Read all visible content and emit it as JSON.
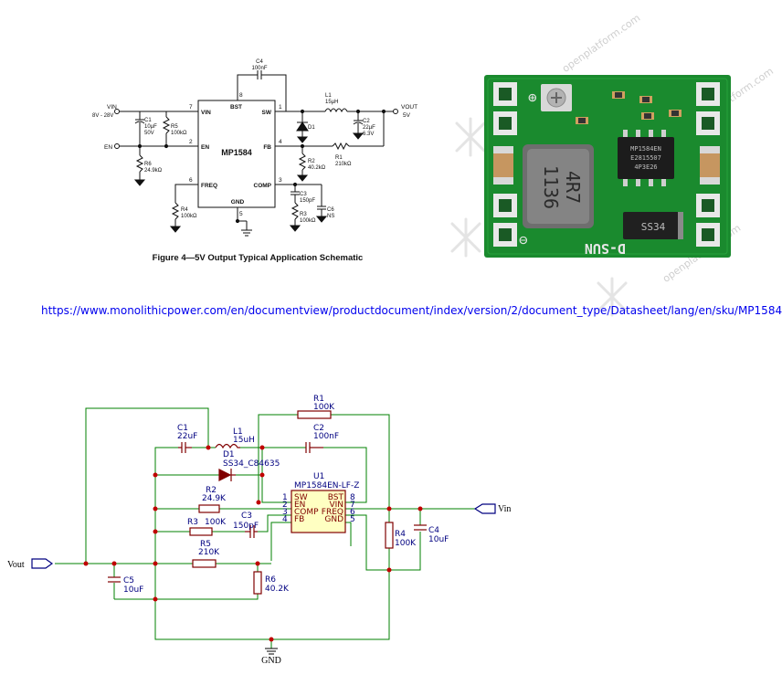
{
  "datasheet": {
    "chip": "MP1584",
    "pins": {
      "vin": "VIN",
      "bst": "BST",
      "sw": "SW",
      "en": "EN",
      "fb": "FB",
      "freq": "FREQ",
      "comp": "COMP",
      "gnd": "GND",
      "n7": "7",
      "n8": "8",
      "n1": "1",
      "n2": "2",
      "n4": "4",
      "n6": "6",
      "n3": "3",
      "n5": "5"
    },
    "vin_label": "VIN",
    "vin_range": "8V - 28V",
    "vout_label": "VOUT",
    "vout_value": "5V",
    "en_label": "EN",
    "c4": [
      "C4",
      "100nF"
    ],
    "c1": [
      "C1",
      "10µF",
      "50V"
    ],
    "r5": [
      "R5",
      "100kΩ"
    ],
    "r6": [
      "R6",
      "24.9kΩ"
    ],
    "r4": [
      "R4",
      "100kΩ"
    ],
    "l1": [
      "L1",
      "15µH"
    ],
    "d1": "D1",
    "c2": [
      "C2",
      "22µF",
      "6.3V"
    ],
    "r2": [
      "R2",
      "40.2kΩ"
    ],
    "r1": [
      "R1",
      "210kΩ"
    ],
    "c3": [
      "C3",
      "150pF"
    ],
    "c6": [
      "C6",
      "NS"
    ],
    "r3": [
      "R3",
      "100kΩ"
    ],
    "caption": "Figure 4—5V Output Typical Application Schematic"
  },
  "photo": {
    "inductor": [
      "4R7",
      "1136"
    ],
    "ic": [
      "MP1584EN",
      "E2815507",
      "4P3E26"
    ],
    "diode": "SS34",
    "brand": "D-SUN",
    "plus": "⊕",
    "minus": "⊖",
    "watermark": "openplatform.com"
  },
  "url": "https://www.monolithicpower.com/en/documentview/productdocument/index/version/2/document_type/Datasheet/lang/en/sku/MP1584",
  "kicad": {
    "r1": [
      "R1",
      "100K"
    ],
    "c2": [
      "C2",
      "100nF"
    ],
    "c1": [
      "C1",
      "22uF"
    ],
    "l1": [
      "L1",
      "15uH"
    ],
    "d1": [
      "D1",
      "SS34_C84635"
    ],
    "u1": [
      "U1",
      "MP1584EN-LF-Z"
    ],
    "r2": [
      "R2",
      "24.9K"
    ],
    "c3": [
      "C3",
      "150pF"
    ],
    "r3": [
      "R3",
      "100K"
    ],
    "r5": [
      "R5",
      "210K"
    ],
    "r6": [
      "R6",
      "40.2K"
    ],
    "c5": [
      "C5",
      "10uF"
    ],
    "r4": [
      "R4",
      "100K"
    ],
    "c4": [
      "C4",
      "10uF"
    ],
    "pins": {
      "sw": "SW",
      "en": "EN",
      "comp": "COMP",
      "fb": "FB",
      "bst": "BST",
      "vin": "VIN",
      "freq": "FREQ",
      "gnd": "GND",
      "p1": "1",
      "p2": "2",
      "p3": "3",
      "p4": "4",
      "p8": "8",
      "p7": "7",
      "p6": "6",
      "p5": "5"
    },
    "vin_port": "Vin",
    "vout_port": "Vout",
    "gnd": "GND"
  }
}
